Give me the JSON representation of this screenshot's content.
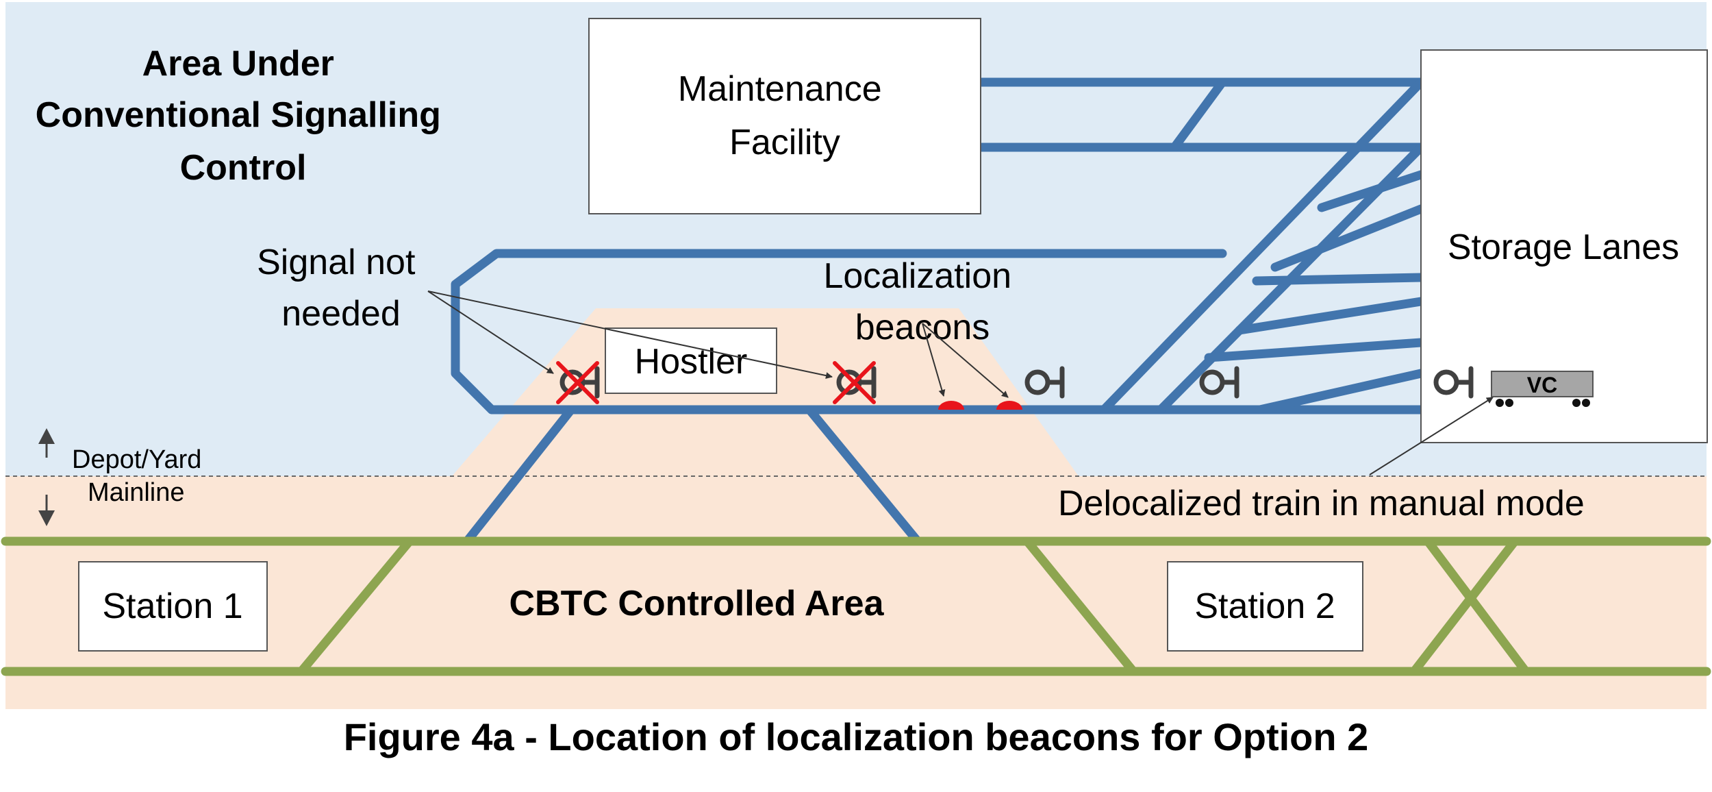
{
  "regions": {
    "conventional_area": "Area Under\nConventional Signalling\nControl",
    "cbtc_area": "CBTC Controlled Area",
    "boundary_upper": "Depot/Yard",
    "boundary_lower": "Mainline"
  },
  "boxes": {
    "maintenance": "Maintenance\nFacility",
    "storage": "Storage Lanes",
    "hostler": "Hostler",
    "station1": "Station 1",
    "station2": "Station 2",
    "train": "VC"
  },
  "annotations": {
    "signal_not_needed": "Signal not\nneeded",
    "localization_beacons": "Localization\nbeacons",
    "delocalized_train": "Delocalized train in manual mode"
  },
  "caption": "Figure 4a - Location of localization beacons for Option 2",
  "colors": {
    "depot_bg": "#dfebf5",
    "mainline_bg": "#fbe6d6",
    "depot_track": "#4275ad",
    "mainline_track": "#8da550",
    "cross_mark": "#e8141b",
    "beacon": "#e8141b",
    "signal": "#404040",
    "train_body": "#a6a6a6"
  },
  "icons": {
    "signal": "signal-icon",
    "beacon": "beacon-icon",
    "not_needed": "red-x-icon"
  }
}
